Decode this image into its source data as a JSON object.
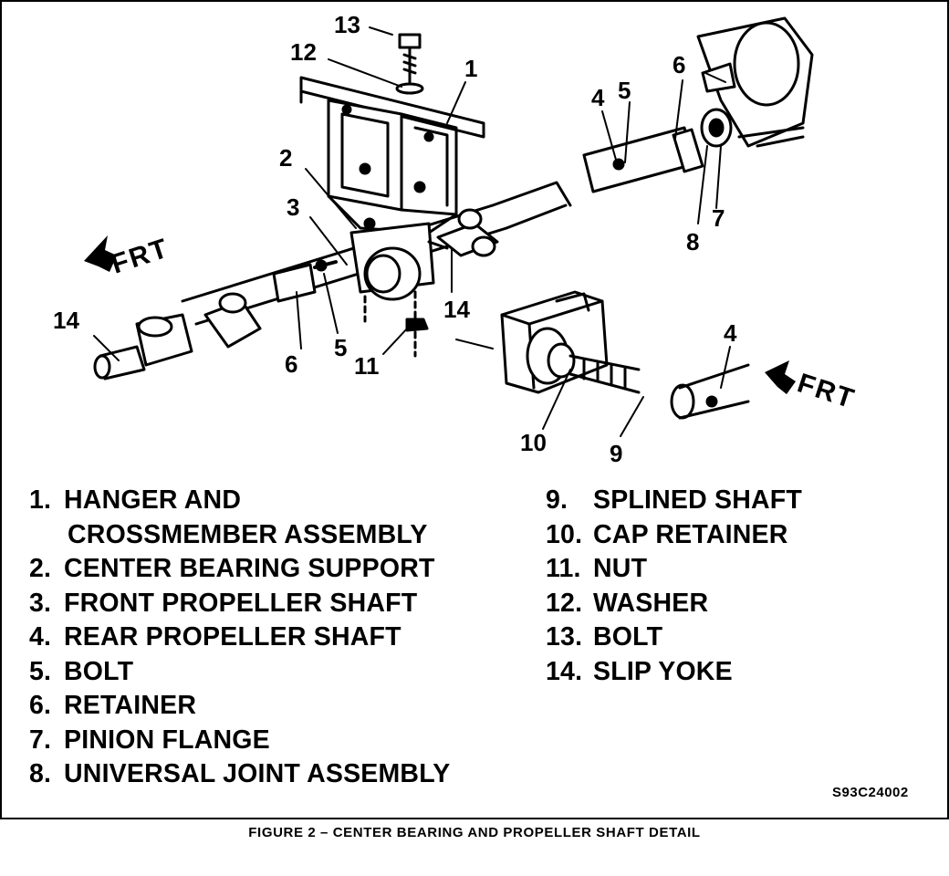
{
  "callouts": {
    "c13": "13",
    "c12": "12",
    "c1": "1",
    "c2": "2",
    "c3": "3",
    "c14a": "14",
    "c14b": "14",
    "c6a": "6",
    "c5a": "5",
    "c11": "11",
    "c4a": "4",
    "c5b": "5",
    "c6b": "6",
    "c7": "7",
    "c8": "8",
    "c4b": "4",
    "c10": "10",
    "c9": "9"
  },
  "direction_labels": {
    "left": "FRT",
    "right": "FRT"
  },
  "legend": {
    "left": [
      {
        "num": "1.",
        "label": "HANGER AND"
      },
      {
        "num": "",
        "label": "CROSSMEMBER ASSEMBLY"
      },
      {
        "num": "2.",
        "label": "CENTER BEARING SUPPORT"
      },
      {
        "num": "3.",
        "label": "FRONT PROPELLER SHAFT"
      },
      {
        "num": "4.",
        "label": "REAR PROPELLER SHAFT"
      },
      {
        "num": "5.",
        "label": "BOLT"
      },
      {
        "num": "6.",
        "label": "RETAINER"
      },
      {
        "num": "7.",
        "label": "PINION FLANGE"
      },
      {
        "num": "8.",
        "label": "UNIVERSAL JOINT ASSEMBLY"
      }
    ],
    "right": [
      {
        "num": "9.",
        "label": "SPLINED SHAFT"
      },
      {
        "num": "10.",
        "label": "CAP RETAINER"
      },
      {
        "num": "11.",
        "label": "NUT"
      },
      {
        "num": "12.",
        "label": "WASHER"
      },
      {
        "num": "13.",
        "label": "BOLT"
      },
      {
        "num": "14.",
        "label": "SLIP YOKE"
      }
    ]
  },
  "figure_code": "S93C24002",
  "caption": "FIGURE 2 – CENTER BEARING AND PROPELLER SHAFT DETAIL"
}
